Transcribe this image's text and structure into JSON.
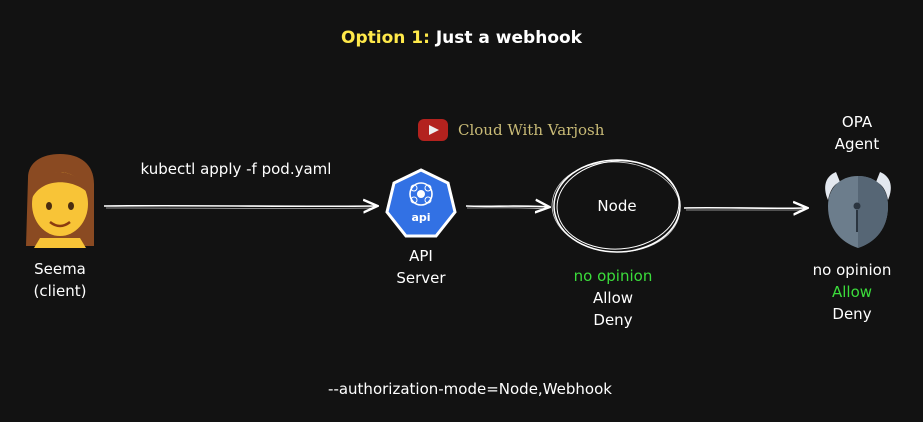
{
  "title": {
    "option": "Option 1:",
    "text": "Just a webhook"
  },
  "watermark": {
    "text": "Cloud With Varjosh",
    "icon": "youtube-play-icon"
  },
  "client": {
    "name": "Seema",
    "role": "(client)",
    "icon": "woman-emoji-icon"
  },
  "command": "kubectl apply -f pod.yaml",
  "api_server": {
    "line1": "API",
    "line2": "Server",
    "badge": "api",
    "icon": "kubernetes-api-icon"
  },
  "node": {
    "label": "Node",
    "results": [
      "no opinion",
      "Allow",
      "Deny"
    ],
    "highlight_color": "#3bdc3b"
  },
  "opa": {
    "line1": "OPA",
    "line2": "Agent",
    "icon": "opa-viking-helmet-icon",
    "results": [
      "no opinion",
      "Allow",
      "Deny"
    ],
    "highlight_color": "#3bdc3b"
  },
  "footer": "--authorization-mode=Node,Webhook"
}
